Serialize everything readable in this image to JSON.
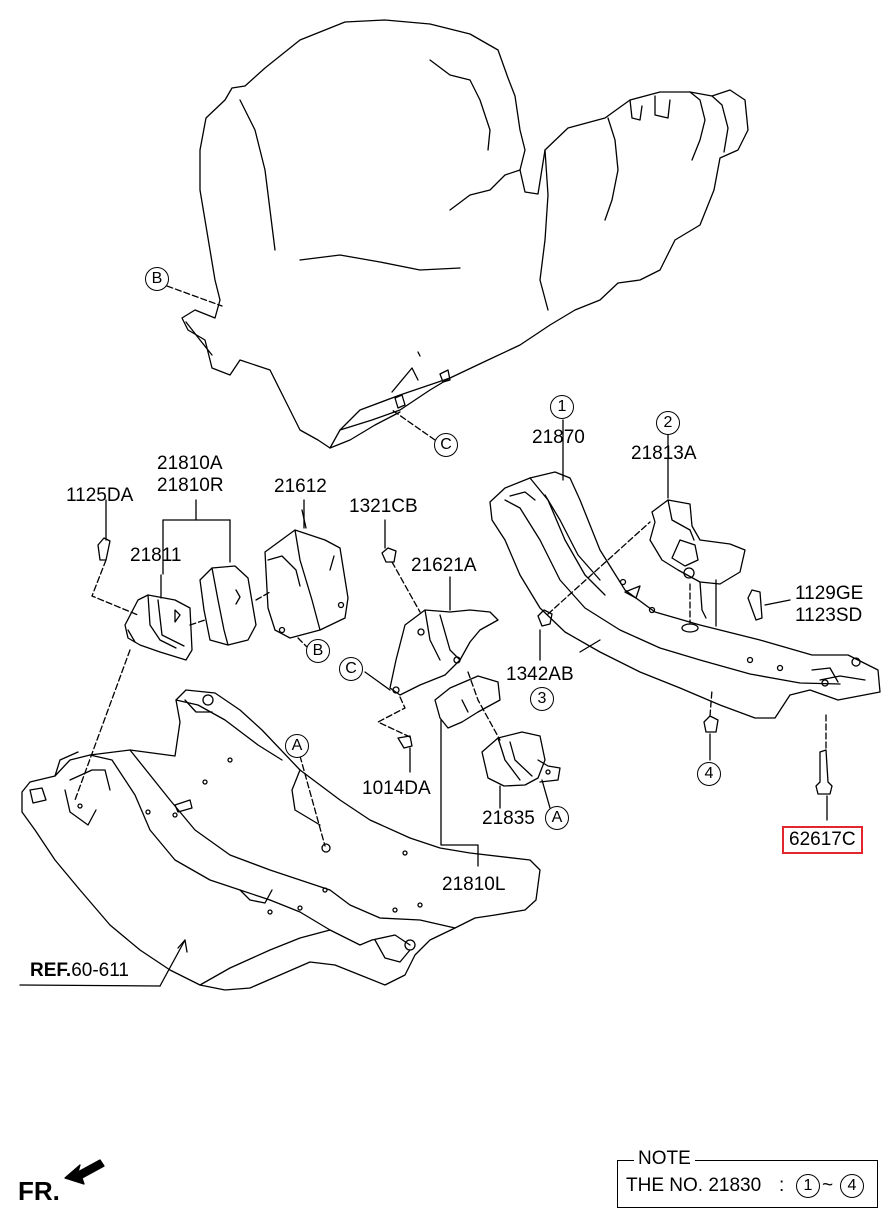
{
  "callouts": {
    "c1": "1",
    "c2": "2",
    "c3": "3",
    "c4": "4",
    "c_A": "A",
    "c_B": "B",
    "c_C": "C"
  },
  "parts": {
    "p21870": "21870",
    "p21813A": "21813A",
    "p21810A": "21810A",
    "p21810R": "21810R",
    "p21612": "21612",
    "p1125DA": "1125DA",
    "p21811": "21811",
    "p1321CB": "1321CB",
    "p21621A": "21621A",
    "p1129GE": "1129GE",
    "p1123SD": "1123SD",
    "p1342AB": "1342AB",
    "p1014DA": "1014DA",
    "p21835": "21835",
    "p21810L": "21810L",
    "p62617C": "62617C"
  },
  "ref": {
    "prefix": "REF.",
    "number": "60-611"
  },
  "note": {
    "title": "NOTE",
    "text": "THE NO. 21830",
    "colon": ":",
    "range_start": "1",
    "tilde": "~",
    "range_end": "4"
  },
  "direction": {
    "label": "FR.",
    "icon": "front-arrow-icon"
  },
  "colors": {
    "highlight": "#e3262d",
    "line": "#000000",
    "background": "#ffffff"
  }
}
